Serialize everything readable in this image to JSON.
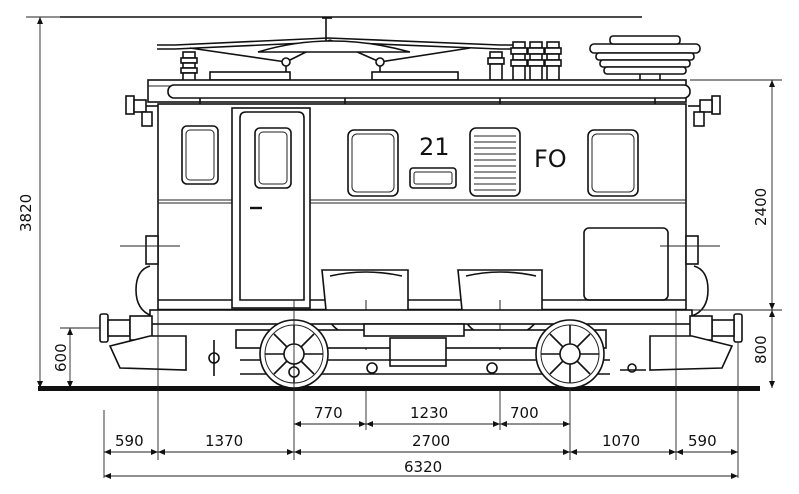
{
  "locomotive": {
    "number": "21",
    "operator": "FO"
  },
  "dimensions": {
    "total_height": "3820",
    "body_height": "2400",
    "buffer_height": "600",
    "frame_height": "800",
    "bogie_left": "770",
    "center_span": "1230",
    "bogie_right": "700",
    "left_overhang": "590",
    "left_span": "1370",
    "wheelbase": "2700",
    "right_span": "1070",
    "right_overhang": "590",
    "total_length": "6320"
  }
}
